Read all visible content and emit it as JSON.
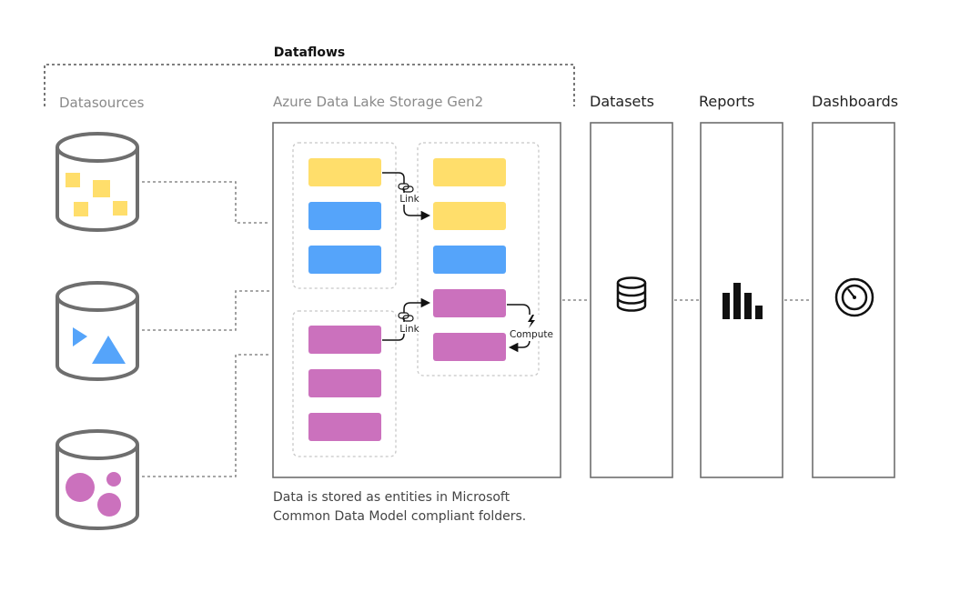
{
  "title": "Dataflows",
  "datasources_label": "Datasources",
  "storage_label": "Azure Data Lake Storage Gen2",
  "storage_caption": [
    "Data is stored as entities in Microsoft",
    "Common Data Model compliant folders."
  ],
  "link_label": "Link",
  "compute_label": "Compute",
  "columns": {
    "datasets": "Datasets",
    "reports": "Reports",
    "dashboards": "Dashboards"
  },
  "colors": {
    "yellow": "#FFDE6B",
    "blue": "#55A4FA",
    "magenta": "#CB71BD",
    "outline": "#6E6E6E",
    "text_gray": "#8A8A8A",
    "dash": "#8A8A8A",
    "black": "#111111"
  },
  "icons": {
    "datasources": [
      "database-squares-icon",
      "database-triangles-icon",
      "database-circles-icon"
    ],
    "datasets": "database-icon",
    "reports": "bar-chart-icon",
    "dashboards": "gauge-icon",
    "link": "link-icon",
    "compute": "lightning-icon"
  }
}
